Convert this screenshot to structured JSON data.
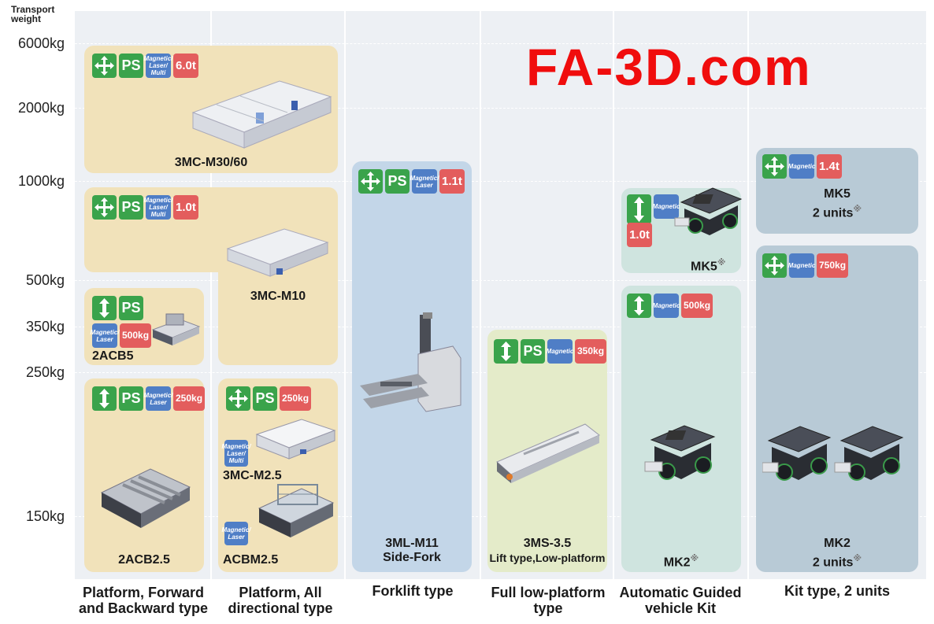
{
  "y_axis": {
    "title": "Transport\nweight",
    "ticks": [
      "6000kg",
      "2000kg",
      "1000kg",
      "500kg",
      "350kg",
      "250kg",
      "150kg"
    ]
  },
  "watermark": "FA-3D.com",
  "categories": [
    "Platform, Forward and Backward type",
    "Platform, All directional type",
    "Forklift type",
    "Full low-platform type",
    "Automatic Guided vehicle Kit",
    "Kit type, 2 units"
  ],
  "products": {
    "m30": {
      "name": "3MC-M30/60",
      "nav": "Magnetic/ Laser/ Multi",
      "ps": "PS",
      "weight": "6.0t"
    },
    "m10": {
      "name": "3MC-M10",
      "nav": "Magnetic/ Laser/ Multi",
      "ps": "PS",
      "weight": "1.0t"
    },
    "acb5": {
      "name": "2ACB5",
      "nav": "Magnetic/ Laser",
      "ps": "PS",
      "weight": "500kg"
    },
    "acb25": {
      "name": "2ACB2.5",
      "nav": "Magnetic/ Laser",
      "ps": "PS",
      "weight": "250kg"
    },
    "allDir": {
      "ps": "PS",
      "weight": "250kg"
    },
    "m25": {
      "name": "3MC-M2.5",
      "nav": "Magnetic/ Laser/ Multi"
    },
    "acbm25": {
      "name": "ACBM2.5",
      "nav": "Magnetic/ Laser"
    },
    "ml11": {
      "name": "3ML-M11",
      "sub": "Side-Fork",
      "nav": "Magnetic/ Laser",
      "ps": "PS",
      "weight": "1.1t"
    },
    "ms35": {
      "name": "3MS-3.5",
      "sub": "Lift type,Low-platform",
      "nav": "Magnetic",
      "ps": "PS",
      "weight": "350kg"
    },
    "mk5": {
      "name": "MK5",
      "mark": "※",
      "nav": "Magnetic",
      "weight": "1.0t"
    },
    "mk2": {
      "name": "MK2",
      "mark": "※",
      "nav": "Magnetic",
      "weight": "500kg"
    },
    "mk5x2": {
      "name": "MK5",
      "sub": "2 units",
      "mark": "※",
      "nav": "Magnetic",
      "weight": "1.4t"
    },
    "mk2x2": {
      "name": "MK2",
      "sub": "2 units",
      "mark": "※",
      "nav": "Magnetic",
      "weight": "750kg"
    }
  },
  "colors": {
    "platform": "#f1e2ba",
    "forklift": "#c3d6e8",
    "low_platform": "#e4ebc9",
    "agv_kit": "#cfe4df",
    "kit_2units": "#b8cad6",
    "badge_green": "#3aa34b",
    "badge_blue": "#4f7ec6",
    "badge_red": "#e35d5d",
    "watermark": "#f00d0d"
  }
}
